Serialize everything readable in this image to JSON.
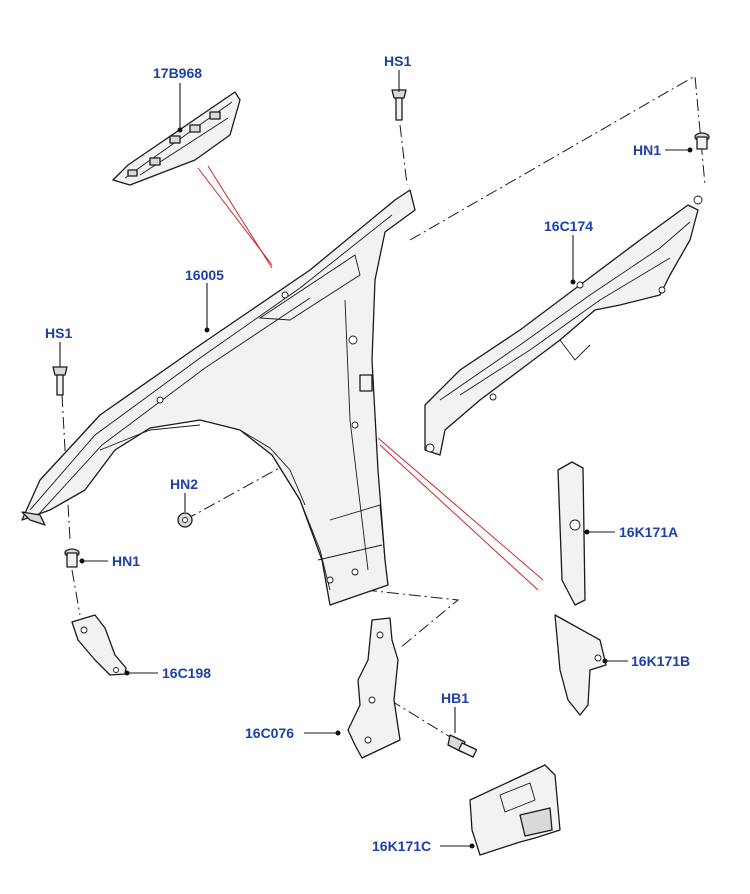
{
  "labels": {
    "bracket_17b968": "17B968",
    "screw_hs1_top": "HS1",
    "nut_hn1_right": "HN1",
    "fender_16005": "16005",
    "bracket_16c174": "16C174",
    "screw_hs1_left": "HS1",
    "nut_hn2": "HN2",
    "nut_hn1_left": "HN1",
    "insulator_16k171a": "16K171A",
    "bracket_16c198": "16C198",
    "insulator_16k171b": "16K171B",
    "bolt_hb1": "HB1",
    "bracket_16c076": "16C076",
    "insulator_16k171c": "16K171C"
  },
  "colors": {
    "label": "#1c3fa8",
    "line": "#1a1a1a",
    "cut_line": "#cc2a2a"
  }
}
